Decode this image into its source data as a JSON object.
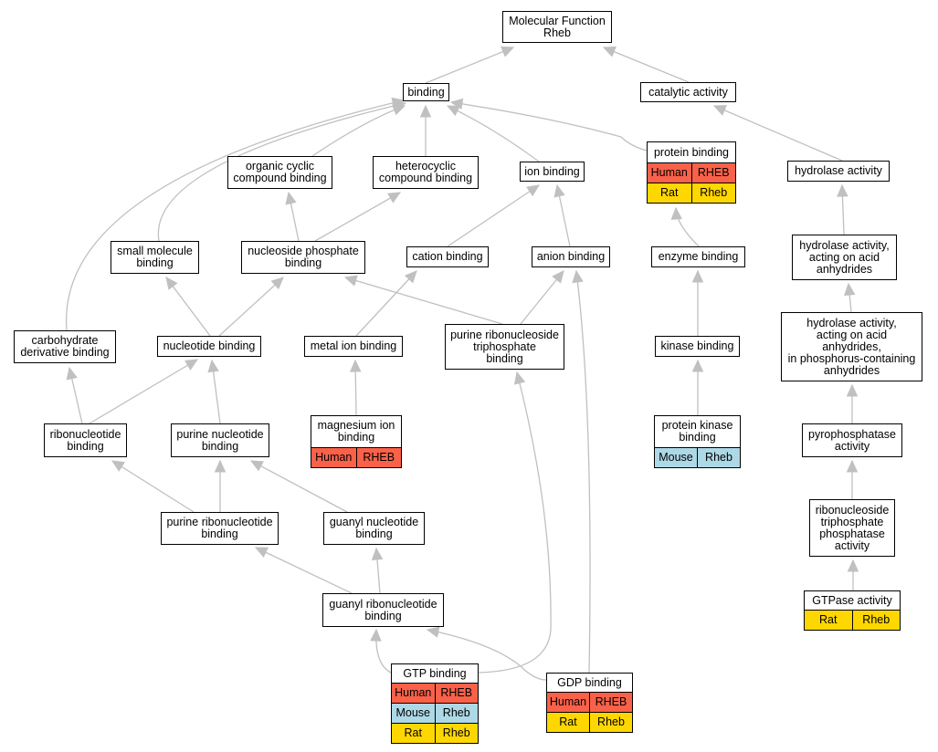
{
  "colors": {
    "edge": "#c0c0c0",
    "Human": "#fa6149",
    "Rat": "#ffd700",
    "Mouse": "#add8e6"
  },
  "nodes": {
    "molecular_function": "Molecular Function\nRheb",
    "binding": "binding",
    "catalytic_activity": "catalytic activity",
    "organic_cyclic": "organic cyclic\ncompound binding",
    "heterocyclic": "heterocyclic\ncompound binding",
    "ion_binding": "ion binding",
    "hydrolase_activity": "hydrolase activity",
    "small_molecule": "small molecule\nbinding",
    "nucleoside_phosphate": "nucleoside phosphate\nbinding",
    "cation_binding": "cation binding",
    "anion_binding": "anion binding",
    "enzyme_binding": "enzyme binding",
    "hydrolase_anhydrides": "hydrolase activity,\nacting on acid\nanhydrides",
    "carbohydrate_derivative": "carbohydrate\nderivative binding",
    "nucleotide_binding": "nucleotide binding",
    "metal_ion_binding": "metal ion binding",
    "purine_ribonucleoside_tp": "purine ribonucleoside\ntriphosphate\nbinding",
    "kinase_binding": "kinase binding",
    "hydrolase_phosphorus": "hydrolase activity,\nacting on acid\nanhydrides,\nin phosphorus-containing\nanhydrides",
    "ribonucleotide_binding": "ribonucleotide\nbinding",
    "purine_nucleotide": "purine nucleotide\nbinding",
    "pyrophosphatase": "pyrophosphatase\nactivity",
    "purine_ribonucleotide": "purine ribonucleotide\nbinding",
    "guanyl_nucleotide": "guanyl nucleotide\nbinding",
    "ribonucleoside_tp_phosphatase": "ribonucleoside\ntriphosphate\nphosphatase\nactivity",
    "guanyl_ribonucleotide": "guanyl ribonucleotide\nbinding"
  },
  "annotated": {
    "protein_binding": {
      "label": "protein binding",
      "rows": [
        {
          "species": "Human",
          "gene": "RHEB"
        },
        {
          "species": "Rat",
          "gene": "Rheb"
        }
      ]
    },
    "magnesium_ion": {
      "label": "magnesium ion\nbinding",
      "rows": [
        {
          "species": "Human",
          "gene": "RHEB"
        }
      ]
    },
    "protein_kinase": {
      "label": "protein kinase\nbinding",
      "rows": [
        {
          "species": "Mouse",
          "gene": "Rheb"
        }
      ]
    },
    "gtpase_activity": {
      "label": "GTPase activity",
      "rows": [
        {
          "species": "Rat",
          "gene": "Rheb"
        }
      ]
    },
    "gtp_binding": {
      "label": "GTP binding",
      "rows": [
        {
          "species": "Human",
          "gene": "RHEB"
        },
        {
          "species": "Mouse",
          "gene": "Rheb"
        },
        {
          "species": "Rat",
          "gene": "Rheb"
        }
      ]
    },
    "gdp_binding": {
      "label": "GDP binding",
      "rows": [
        {
          "species": "Human",
          "gene": "RHEB"
        },
        {
          "species": "Rat",
          "gene": "Rheb"
        }
      ]
    }
  }
}
